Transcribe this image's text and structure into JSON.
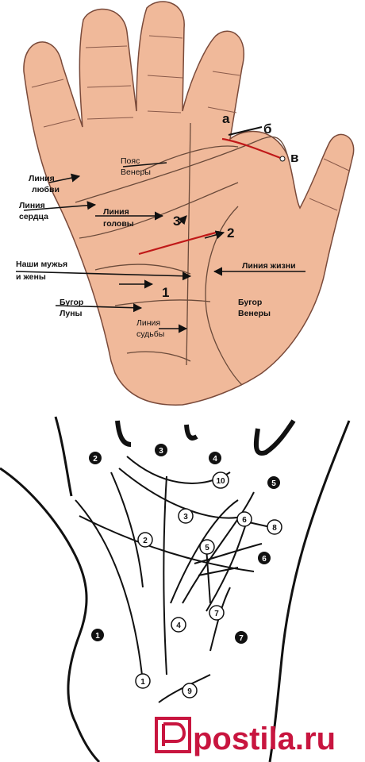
{
  "top": {
    "labels": [
      {
        "id": "love",
        "lines": [
          "Линия",
          "любви"
        ]
      },
      {
        "id": "heart",
        "lines": [
          "Линия",
          "сердца"
        ]
      },
      {
        "id": "venus_belt",
        "lines": [
          "Пояс",
          "Венеры"
        ]
      },
      {
        "id": "head",
        "lines": [
          "Линия",
          "головы"
        ]
      },
      {
        "id": "spouses",
        "lines": [
          "Наши мужья",
          "и жены"
        ]
      },
      {
        "id": "life",
        "lines": [
          "Линия жизни"
        ]
      },
      {
        "id": "moon",
        "lines": [
          "Бугор",
          "Луны"
        ]
      },
      {
        "id": "venus_mount",
        "lines": [
          "Бугор",
          "Венеры"
        ]
      },
      {
        "id": "fate",
        "lines": [
          "Линия",
          "судьбы"
        ]
      }
    ],
    "letters": [
      "а",
      "б",
      "в"
    ],
    "digits": [
      "1",
      "2",
      "3"
    ]
  },
  "bottom": {
    "filled_markers": [
      "1",
      "2",
      "3",
      "4",
      "5",
      "6",
      "7"
    ],
    "open_markers": [
      "1",
      "2",
      "3",
      "4",
      "5",
      "6",
      "7",
      "8",
      "9",
      "10"
    ]
  },
  "watermark": {
    "text": "postila.ru",
    "color": "#c8153f"
  }
}
